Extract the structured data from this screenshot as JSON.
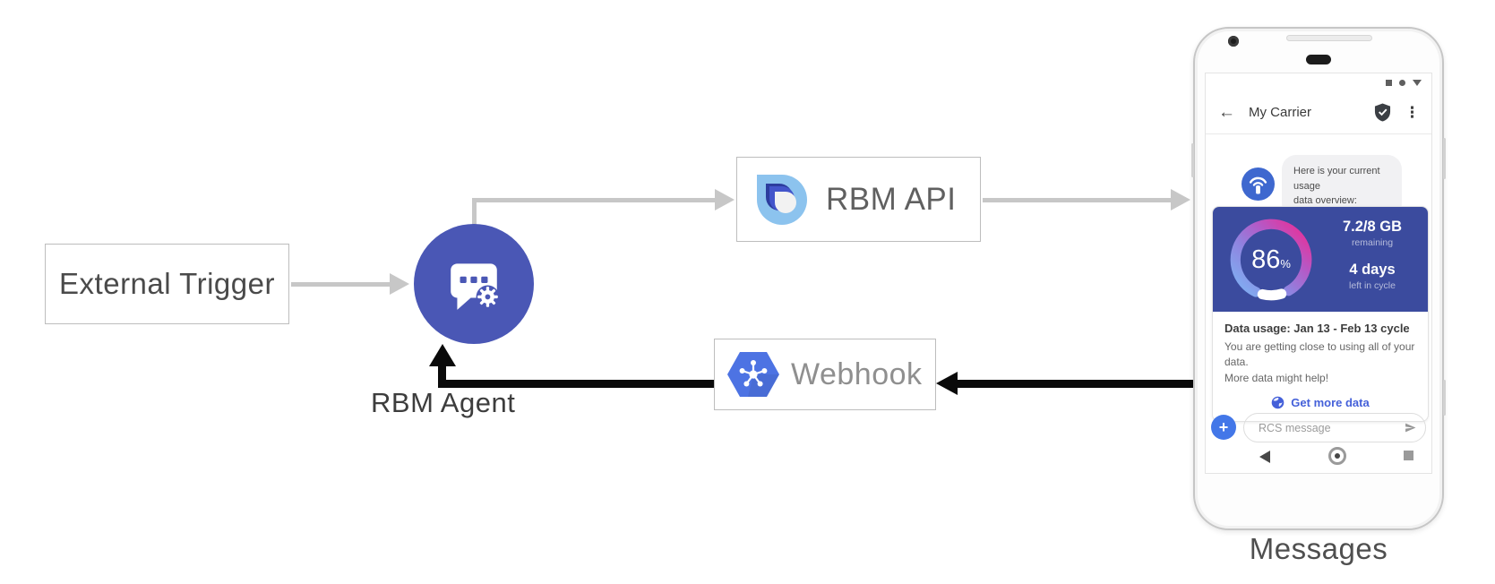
{
  "diagram": {
    "external_trigger_label": "External Trigger",
    "rbm_agent_label": "RBM Agent",
    "rbm_api_label": "RBM API",
    "webhook_label": "Webhook",
    "phone_caption": "Messages"
  },
  "phone": {
    "header": {
      "back_glyph": "←",
      "title": "My Carrier",
      "menu_glyph": "⋮"
    },
    "message": {
      "lines": [
        "Here is your current usage",
        "data overview:"
      ]
    },
    "usage_card": {
      "percent_value": "86",
      "percent_sign": "%",
      "remaining_value": "7.2/8 GB",
      "remaining_label": "remaining",
      "cycle_value": "4 days",
      "cycle_label": "left in cycle",
      "title": "Data usage: Jan 13 - Feb 13 cycle",
      "body_lines": [
        "You are getting close to using all of your data.",
        "More data might help!"
      ],
      "action_label": "Get more data"
    },
    "compose": {
      "plus_glyph": "+",
      "placeholder": "RCS message"
    }
  },
  "colors": {
    "agent_circle": "#4a57b5",
    "card_blue": "#3b4b9e",
    "avatar_blue": "#3e68cf",
    "plus_blue": "#4377e8",
    "link_blue": "#4460d9",
    "webhook_hexagon": "#4d73e3",
    "api_logo_light_blue": "#8cc3ee",
    "gauge_gradient_start": "#7eb3f4",
    "gauge_gradient_end": "#ef2a92",
    "arrow_grey": "#c7c7c7",
    "arrow_black": "#0a0a0a"
  }
}
